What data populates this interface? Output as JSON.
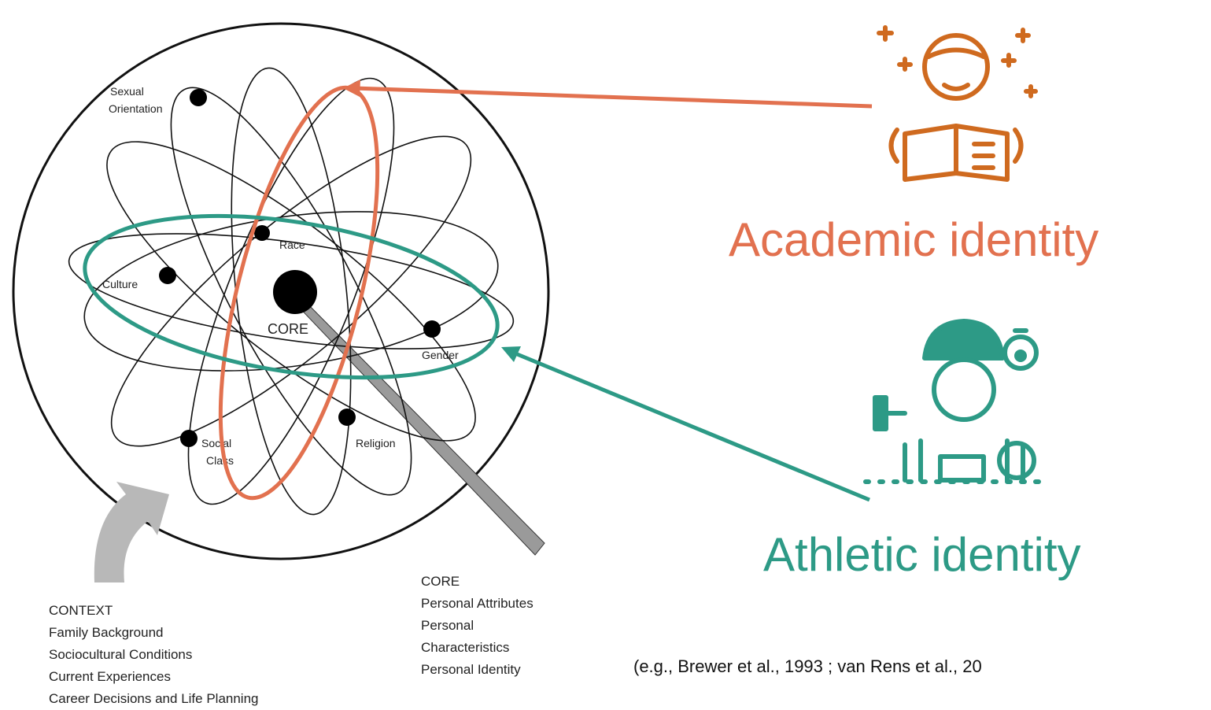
{
  "diagram": {
    "core_label": "CORE",
    "dimensions": {
      "sexual_orientation_1": "Sexual",
      "sexual_orientation_2": "Orientation",
      "race": "Race",
      "culture": "Culture",
      "gender": "Gender",
      "social_class_1": "Social",
      "social_class_2": "Class",
      "religion": "Religion"
    },
    "context_lines": [
      "CONTEXT",
      "Family Background",
      "Sociocultural Conditions",
      "Current Experiences",
      "Career Decisions and Life Planning"
    ],
    "core_lines": [
      "CORE",
      "Personal Attributes",
      "Personal",
      "Characteristics",
      "Personal Identity"
    ]
  },
  "identities": {
    "academic": {
      "label": "Academic identity",
      "color": "#e2714f",
      "icon": "student-reading-icon"
    },
    "athletic": {
      "label": "Athletic identity",
      "color": "#2d9a86",
      "icon": "athlete-icon"
    }
  },
  "citation": "(e.g., Brewer et al., 1993 ; van Rens et al., 20"
}
